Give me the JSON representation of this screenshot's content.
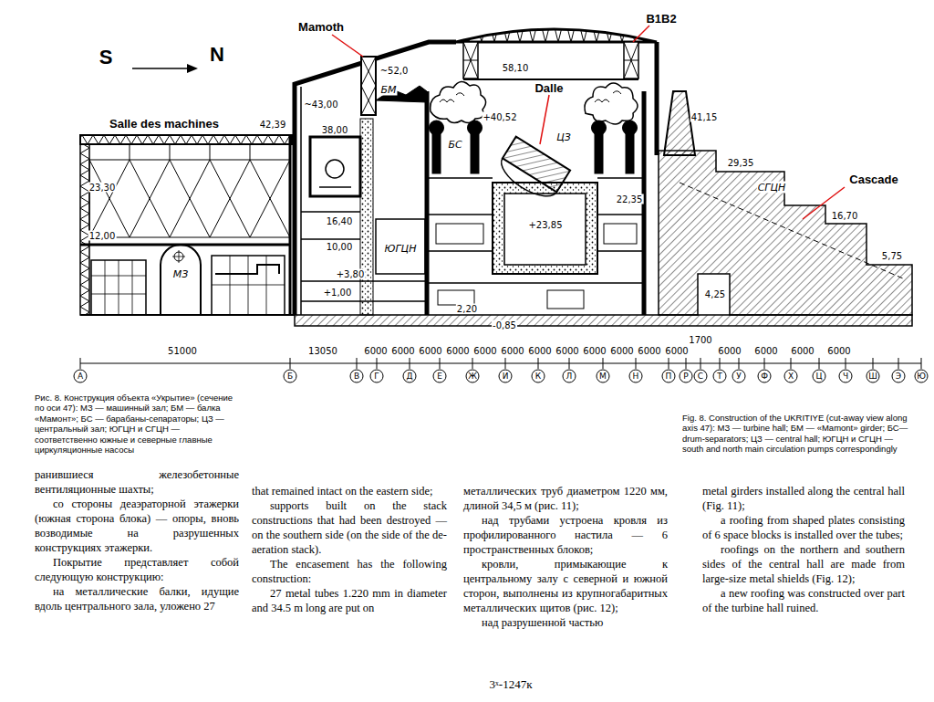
{
  "diagram": {
    "labels": [
      "S",
      "N",
      "Mamoth",
      "Dalle",
      "B1B2",
      "Salle des machines",
      "Cascade",
      "~52,0",
      "БМ",
      "58,10",
      "~43,00",
      "42,39",
      "38,00",
      "БС",
      "+40,52",
      "ЦЗ",
      "41,15",
      "29,35",
      "СГЦН",
      "16,70",
      "5,75",
      "23,30",
      "12,00",
      "МЗ",
      "16,40",
      "10,00",
      "+3,80",
      "ЮГЦН",
      "+1,00",
      "22,35",
      "+23,85",
      "2,20",
      "-0,85",
      "4,25",
      "51000",
      "13050",
      "6000",
      "6000",
      "6000",
      "6000",
      "6000",
      "6000",
      "6000",
      "6000",
      "6000",
      "6000",
      "6000",
      "6000",
      "1700",
      "6000",
      "6000",
      "6000",
      "6000",
      "А",
      "Б",
      "В",
      "Г",
      "Д",
      "Е",
      "Ж",
      "И",
      "К",
      "Л",
      "М",
      "Н",
      "П",
      "Р",
      "С",
      "Т",
      "У",
      "Ф",
      "Х",
      "Ц",
      "Ч",
      "Ш",
      "Э",
      "Ю",
      "Рис. 8. Конструкция объекта «Укрытие» (сечение по оси 47): МЗ — машинный зал; БМ — балка «Мамонт»; БС — барабаны-сепараторы; ЦЗ — центральный зал; ЮГЦН и СГЦН — соответственно южные и северные главные циркуляционные насосы",
      "Fig. 8. Construction of the UKRITIYE (cut-away view along axis 47): МЗ — turbine hall; БМ — «Mamont» girder; БС— drum-separators; ЦЗ — central hall; ЮГЦН и СГЦН — south and north main circulation pumps correspondingly",
      "ранившиеся железобетонные вентиляционные шахты;",
      "со стороны деаэраторной этажерки (южная сторона блока) — опоры, вновь возводимые на разрушенных конструкциях этажерки.",
      "Покрытие представляет собой следующую конструкцию:",
      "на металлические балки, идущие вдоль центрального зала, уложено 27",
      "that remained intact on the eastern side;",
      "supports built on the stack constructions that had been destroyed — on the southern side (on the side of the de-aeration stack).",
      "The encasement has the following construction:",
      "27 metal tubes 1.220 mm in diameter and 34.5 m long are put on",
      "металлических труб диаметром 1220 мм, длиной 34,5 м (рис. 11);",
      "над трубами устроена кровля из профилированного настила — 6 пространственных блоков;",
      "кровли, примыкающие к центральному залу с северной и южной сторон, выполнены из крупногабаритных металлических щитов (рис. 12);",
      "над разрушенной частью",
      "metal girders installed along the central hall (Fig. 11);",
      "a roofing from shaped plates consisting of 6 space blocks is installed over the tubes;",
      "roofings on the northern and southern sides of the central hall are made from large-size metal shields (Fig. 12);",
      "a new roofing was constructed over part of the turbine hall ruined.",
      "3ˣ-1247к"
    ]
  }
}
